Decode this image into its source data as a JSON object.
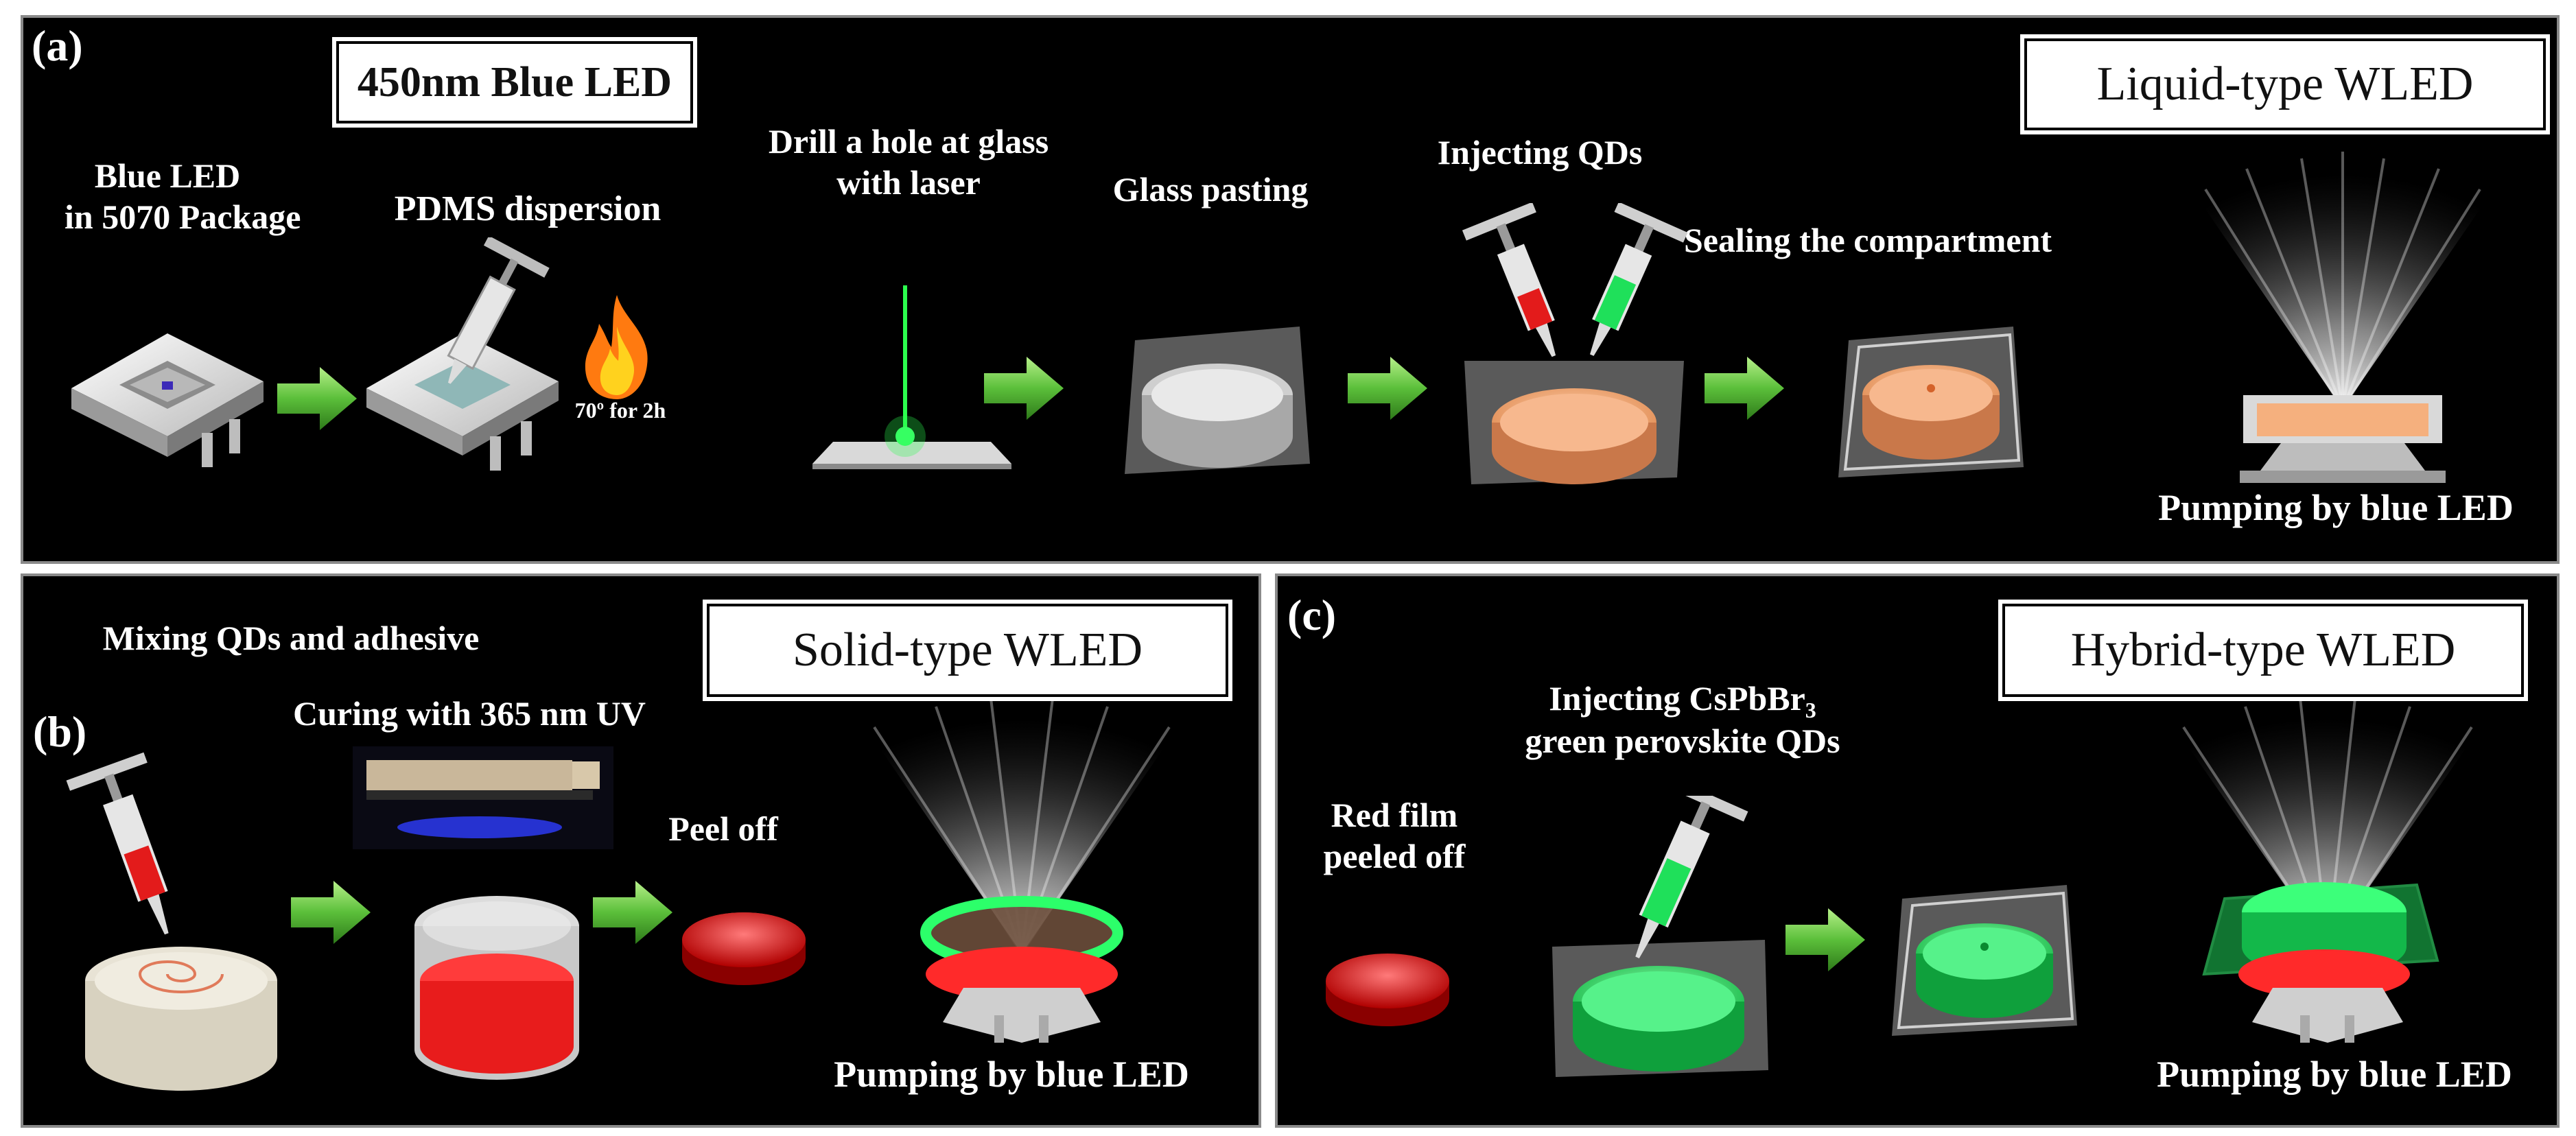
{
  "panel_a": {
    "label": "(a)",
    "led_box": "450nm Blue LED",
    "title_box": "Liquid-type WLED",
    "steps": {
      "blue_led_1": "Blue LED",
      "blue_led_2": "in 5070 Package",
      "pdms": "PDMS dispersion",
      "heat": "70º for 2h",
      "drill_1": "Drill a hole at glass",
      "drill_2": "with  laser",
      "glass": "Glass pasting",
      "inject": "Injecting QDs",
      "seal": "Sealing the compartment",
      "pump": "Pumping  by blue LED"
    }
  },
  "panel_b": {
    "label": "(b)",
    "title_box": "Solid-type WLED",
    "steps": {
      "mix": "Mixing QDs and adhesive",
      "cure": "Curing with 365 nm UV",
      "peel": "Peel off",
      "pump": "Pumping  by blue LED"
    }
  },
  "panel_c": {
    "label": "(c)",
    "title_box": "Hybrid-type WLED",
    "steps": {
      "inject_1a": "Injecting CsPbBr",
      "inject_1sub": "3",
      "inject_2": "green perovskite QDs",
      "red_1": "Red film",
      "red_2": "peeled off",
      "pump": "Pumping  by blue LED"
    }
  },
  "colors": {
    "panel_bg": "#000000",
    "arrow_green": "#5bbf3a",
    "orange_qd": "#f0a070",
    "red_qd": "#e01e1e",
    "green_qd": "#22e05a",
    "led_blue": "#2a2aa0"
  }
}
